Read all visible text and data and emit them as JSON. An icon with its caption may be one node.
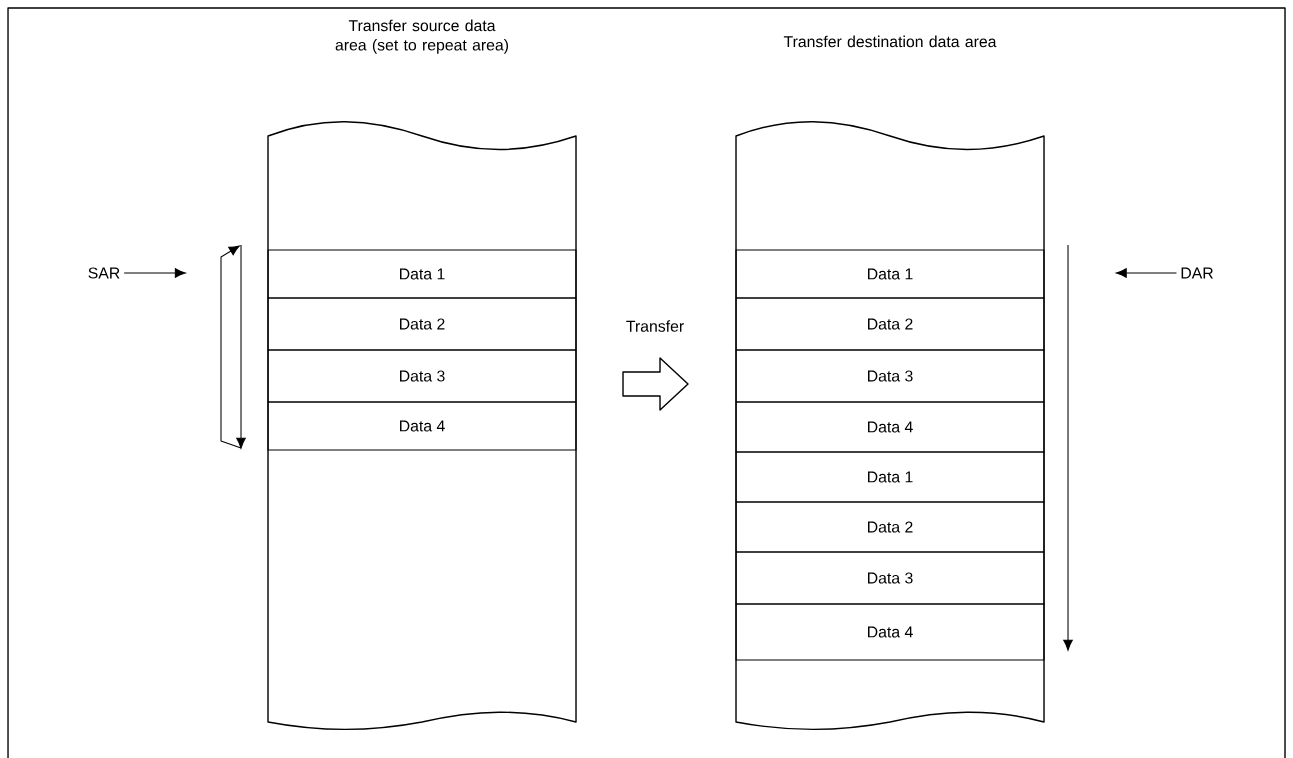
{
  "diagram": {
    "nodes": [
      {
        "text": [
          "Transfer source data area (set to repeat area)"
        ]
      },
      {
        "text": [
          "Data 1"
        ],
        "in": 0
      },
      {
        "text": [
          "Data 2"
        ],
        "in": 0
      },
      {
        "text": [
          "Data 3"
        ],
        "in": 0
      },
      {
        "text": [
          "Data 4"
        ],
        "in": 0
      },
      {
        "text": [
          "Transfer destination data area"
        ]
      },
      {
        "text": [
          "Data 1"
        ],
        "in": 5
      },
      {
        "text": [
          "Data 2"
        ],
        "in": 5
      },
      {
        "text": [
          "Data 3"
        ],
        "in": 5
      },
      {
        "text": [
          "Data 4"
        ],
        "in": 5
      },
      {
        "text": [
          "Data 1"
        ],
        "in": 5
      },
      {
        "text": [
          "Data 2"
        ],
        "in": 5
      },
      {
        "text": [
          "Data 3"
        ],
        "in": 5
      },
      {
        "text": [
          "Data 4"
        ],
        "in": 5
      },
      {
        "text": [
          "SAR"
        ]
      },
      {
        "text": [
          "DAR"
        ]
      },
      {
        "text": [
          "Transfer"
        ]
      }
    ],
    "edges": [
      {
        "from": 14,
        "to": null,
        "arrow": "to"
      },
      {
        "from": 15,
        "to": null,
        "arrow": "to"
      }
    ]
  }
}
